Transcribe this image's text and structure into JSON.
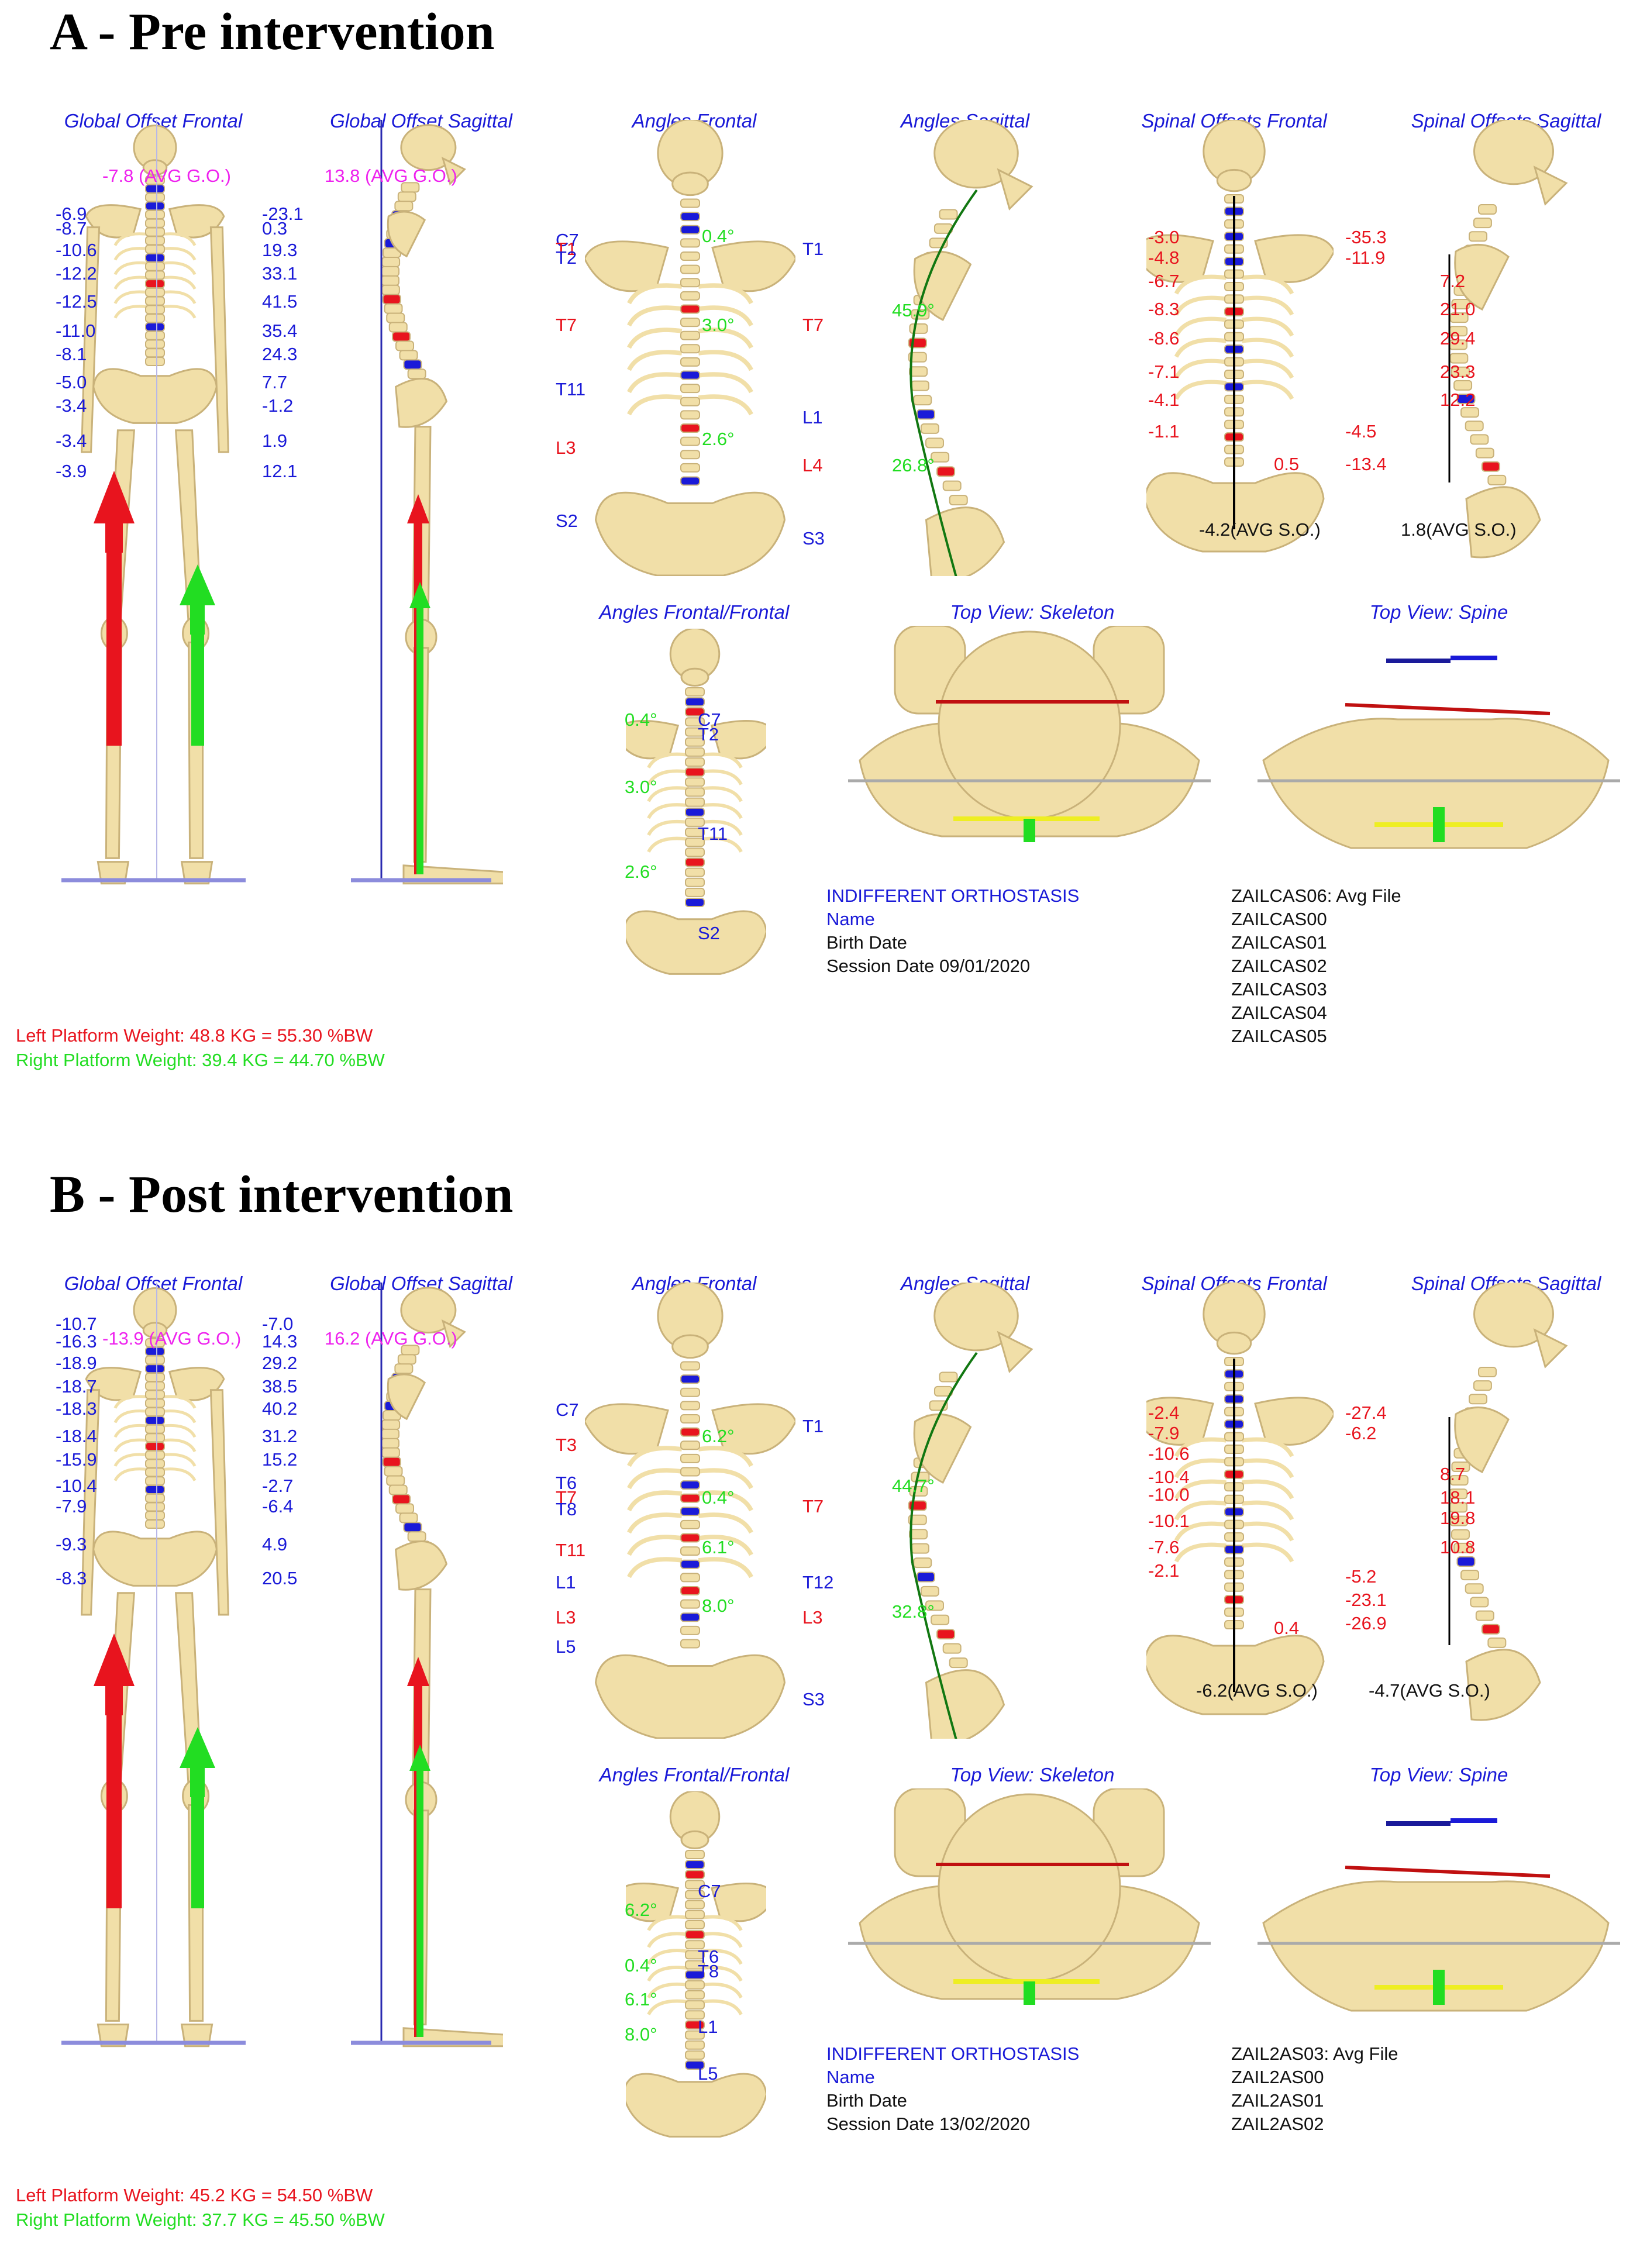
{
  "colors": {
    "blue": "#1a1ad8",
    "red": "#e8141e",
    "green": "#22dd22",
    "magenta": "#ee22ee",
    "bone": "#f1dfa8",
    "bone_edge": "#c9b27a"
  },
  "sections": [
    {
      "title": "A - Pre intervention",
      "panel_titles": {
        "gof": "Global Offset Frontal",
        "gos": "Global Offset Sagittal",
        "af": "Angles Frontal",
        "as": "Angles Sagittal",
        "sof": "Spinal Offsets Frontal",
        "sos": "Spinal Offsets Sagittal",
        "aff": "Angles Frontal/Frontal",
        "tvsk": "Top View: Skeleton",
        "tvsp": "Top View: Spine"
      },
      "gof": {
        "avg": "-7.8 (AVG G.O.)",
        "values": [
          "-6.9",
          "-8.7",
          "-10.6",
          "-12.2",
          "-12.5",
          "-11.0",
          "-8.1",
          "-5.0",
          "-3.4",
          "-3.4",
          "-3.9"
        ]
      },
      "gos": {
        "avg": "13.8 (AVG G.O.)",
        "values": [
          "-23.1",
          "0.3",
          "19.3",
          "33.1",
          "41.5",
          "35.4",
          "24.3",
          "7.7",
          "-1.2",
          "1.9",
          "12.1"
        ]
      },
      "af": {
        "vertebrae": [
          {
            "t": "C7",
            "c": "b"
          },
          {
            "t": "T1",
            "c": "r"
          },
          {
            "t": "T2",
            "c": "b"
          },
          {
            "t": "T7",
            "c": "r"
          },
          {
            "t": "T11",
            "c": "b"
          },
          {
            "t": "L3",
            "c": "r"
          },
          {
            "t": "S2",
            "c": "b"
          }
        ],
        "angles": [
          "0.4°",
          "3.0°",
          "2.6°"
        ]
      },
      "as": {
        "vertebrae": [
          {
            "t": "T1",
            "c": "b"
          },
          {
            "t": "T7",
            "c": "r"
          },
          {
            "t": "L1",
            "c": "b"
          },
          {
            "t": "L4",
            "c": "r"
          },
          {
            "t": "S3",
            "c": "b"
          }
        ],
        "angles": [
          "45.9°",
          "26.8°"
        ]
      },
      "sof": {
        "left": [
          "-3.0",
          "-4.8",
          "-6.7",
          "-8.3",
          "-8.6",
          "-7.1",
          "-4.1",
          "-1.1"
        ],
        "right": [
          "0.5"
        ],
        "avg": "-4.2(AVG S.O.)"
      },
      "sos": {
        "left": [
          "-35.3",
          "-11.9",
          "-4.5",
          "-13.4"
        ],
        "inner": [
          "7.2",
          "21.0",
          "29.4",
          "23.3",
          "12.2"
        ],
        "avg": "1.8(AVG S.O.)"
      },
      "aff": {
        "angles": [
          "0.4°",
          "3.0°",
          "2.6°"
        ],
        "vertebrae": [
          {
            "t": "C7",
            "c": "b"
          },
          {
            "t": "T2",
            "c": "b"
          },
          {
            "t": "T11",
            "c": "b"
          },
          {
            "t": "S2",
            "c": "b"
          }
        ]
      },
      "info": {
        "condition": "INDIFFERENT ORTHOSTASIS",
        "name_label": "Name",
        "birth_label": "Birth Date",
        "session": "Session Date  09/01/2020"
      },
      "files": [
        "ZAILCAS06: Avg File",
        "ZAILCAS00",
        "ZAILCAS01",
        "ZAILCAS02",
        "ZAILCAS03",
        "ZAILCAS04",
        "ZAILCAS05"
      ],
      "weights": {
        "left": "Left Platform Weight: 48.8 KG = 55.30 %BW",
        "right": "Right Platform Weight: 39.4 KG = 44.70 %BW"
      }
    },
    {
      "title": "B - Post intervention",
      "panel_titles": {
        "gof": "Global Offset Frontal",
        "gos": "Global Offset Sagittal",
        "af": "Angles Frontal",
        "as": "Angles Sagittal",
        "sof": "Spinal Offsets Frontal",
        "sos": "Spinal Offsets Sagittal",
        "aff": "Angles Frontal/Frontal",
        "tvsk": "Top View: Skeleton",
        "tvsp": "Top View: Spine"
      },
      "gof": {
        "avg": "-13.9 (AVG G.O.)",
        "values": [
          "-10.7",
          "-16.3",
          "-18.9",
          "-18.7",
          "-18.3",
          "-18.4",
          "-15.9",
          "-10.4",
          "-7.9",
          "-9.3",
          "-8.3"
        ]
      },
      "gos": {
        "avg": "16.2 (AVG G.O.)",
        "values": [
          "-7.0",
          "14.3",
          "29.2",
          "38.5",
          "40.2",
          "31.2",
          "15.2",
          "-2.7",
          "-6.4",
          "4.9",
          "20.5"
        ]
      },
      "af": {
        "vertebrae": [
          {
            "t": "C7",
            "c": "b"
          },
          {
            "t": "T3",
            "c": "r"
          },
          {
            "t": "T6",
            "c": "b"
          },
          {
            "t": "T7",
            "c": "r"
          },
          {
            "t": "T8",
            "c": "b"
          },
          {
            "t": "T11",
            "c": "r"
          },
          {
            "t": "L1",
            "c": "b"
          },
          {
            "t": "L3",
            "c": "r"
          },
          {
            "t": "L5",
            "c": "b"
          }
        ],
        "angles": [
          "6.2°",
          "0.4°",
          "6.1°",
          "8.0°"
        ]
      },
      "as": {
        "vertebrae": [
          {
            "t": "T1",
            "c": "b"
          },
          {
            "t": "T7",
            "c": "r"
          },
          {
            "t": "T12",
            "c": "b"
          },
          {
            "t": "L3",
            "c": "r"
          },
          {
            "t": "S3",
            "c": "b"
          }
        ],
        "angles": [
          "44.7°",
          "32.8°"
        ]
      },
      "sof": {
        "left": [
          "-2.4",
          "-7.9",
          "-10.6",
          "-10.4",
          "-10.0",
          "-10.1",
          "-7.6",
          "-2.1"
        ],
        "right": [
          "0.4"
        ],
        "avg": "-6.2(AVG S.O.)"
      },
      "sos": {
        "left": [
          "-27.4",
          "-6.2",
          "-5.2",
          "-23.1",
          "-26.9"
        ],
        "inner": [
          "8.7",
          "18.1",
          "19.8",
          "10.8"
        ],
        "avg": "-4.7(AVG S.O.)"
      },
      "aff": {
        "angles": [
          "6.2°",
          "0.4°",
          "6.1°",
          "8.0°"
        ],
        "vertebrae": [
          {
            "t": "C7",
            "c": "b"
          },
          {
            "t": "T6",
            "c": "b"
          },
          {
            "t": "T8",
            "c": "b"
          },
          {
            "t": "L1",
            "c": "b"
          },
          {
            "t": "L5",
            "c": "b"
          }
        ]
      },
      "info": {
        "condition": "INDIFFERENT ORTHOSTASIS",
        "name_label": "Name",
        "birth_label": "Birth Date",
        "session": "Session Date  13/02/2020"
      },
      "files": [
        "ZAIL2AS03: Avg File",
        "ZAIL2AS00",
        "ZAIL2AS01",
        "ZAIL2AS02"
      ],
      "weights": {
        "left": "Left Platform Weight: 45.2 KG = 54.50 %BW",
        "right": "Right Platform Weight: 37.7 KG = 45.50 %BW"
      }
    }
  ]
}
